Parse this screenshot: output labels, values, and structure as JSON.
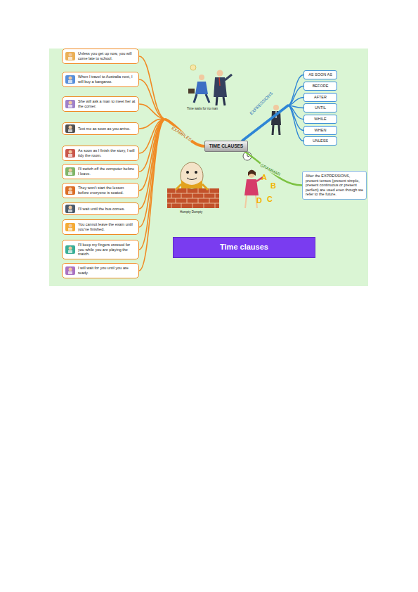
{
  "diagram": {
    "nodes": [
      {
        "text": [
          "TIME CLAUSES"
        ]
      },
      {
        "text": [
          "Unless you get up now, you will come late to school."
        ]
      },
      {
        "text": [
          "When I travel to Australia next, I will buy a kangaroo."
        ]
      },
      {
        "text": [
          "She will ask a man to meet her at the corner."
        ]
      },
      {
        "text": [
          "Text me as soon as you arrive."
        ]
      },
      {
        "text": [
          "As soon as I finish the story, I will tidy the room."
        ]
      },
      {
        "text": [
          "I'll switch off the computer before I leave."
        ]
      },
      {
        "text": [
          "They won't start the lesson before everyone is seated."
        ]
      },
      {
        "text": [
          "I'll wait until the bus comes."
        ]
      },
      {
        "text": [
          "You cannot leave the exam until you've finished."
        ]
      },
      {
        "text": [
          "I'll keep my fingers crossed for you while you are playing the match."
        ]
      },
      {
        "text": [
          "I will wait for you until you are ready."
        ]
      },
      {
        "text": [
          "AS SOON AS"
        ]
      },
      {
        "text": [
          "BEFORE"
        ]
      },
      {
        "text": [
          "AFTER"
        ]
      },
      {
        "text": [
          "UNTIL"
        ]
      },
      {
        "text": [
          "WHILE"
        ]
      },
      {
        "text": [
          "WHEN"
        ]
      },
      {
        "text": [
          "UNLESS"
        ]
      },
      {
        "text": [
          "After the EXPRESSIONS, present tenses (present simple, present continuous or present perfect) are used even though we refer to the future."
        ]
      },
      {
        "text": [
          "Time clauses"
        ]
      }
    ],
    "edges": [
      {
        "from": 0,
        "to": 1,
        "arrow": "none"
      },
      {
        "from": 0,
        "to": 2,
        "arrow": "none"
      },
      {
        "from": 0,
        "to": 3,
        "arrow": "none"
      },
      {
        "from": 0,
        "to": 4,
        "arrow": "none"
      },
      {
        "from": 0,
        "to": 5,
        "arrow": "none"
      },
      {
        "from": 0,
        "to": 6,
        "arrow": "none"
      },
      {
        "from": 0,
        "to": 7,
        "arrow": "none"
      },
      {
        "from": 0,
        "to": 8,
        "arrow": "none"
      },
      {
        "from": 0,
        "to": 9,
        "arrow": "none"
      },
      {
        "from": 0,
        "to": 10,
        "arrow": "none"
      },
      {
        "from": 0,
        "to": 11,
        "arrow": "none"
      },
      {
        "from": 0,
        "to": 12,
        "arrow": "none"
      },
      {
        "from": 0,
        "to": 13,
        "arrow": "none"
      },
      {
        "from": 0,
        "to": 14,
        "arrow": "none"
      },
      {
        "from": 0,
        "to": 15,
        "arrow": "none"
      },
      {
        "from": 0,
        "to": 16,
        "arrow": "none"
      },
      {
        "from": 0,
        "to": 17,
        "arrow": "none"
      },
      {
        "from": 0,
        "to": 18,
        "arrow": "none"
      },
      {
        "from": 0,
        "to": 19,
        "arrow": "none"
      }
    ],
    "labels": [
      "EXAMPLES",
      "EXPRESSIONS",
      "GRAMMAR",
      "A",
      "B",
      "C",
      "D",
      "Time waits for no man",
      "Humpty Dumpty"
    ]
  }
}
